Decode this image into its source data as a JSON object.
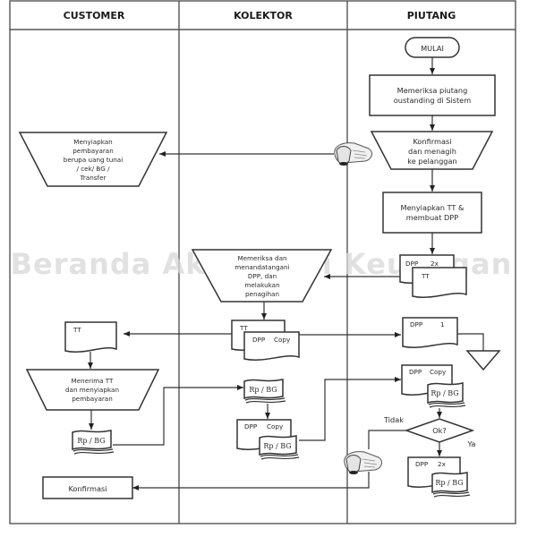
{
  "diagram": {
    "type": "swimlane-flowchart",
    "watermark": "Beranda Akuntansi Keuangan",
    "lanes": [
      {
        "id": "customer",
        "label": "CUSTOMER"
      },
      {
        "id": "kolektor",
        "label": "KOLEKTOR"
      },
      {
        "id": "piutang",
        "label": "PIUTANG"
      }
    ],
    "nodes": {
      "mulai": {
        "lane": "piutang",
        "shape": "terminator",
        "label": "MULAI"
      },
      "periksa_piutang": {
        "lane": "piutang",
        "shape": "process",
        "lines": [
          "Memeriksa piutang",
          "oustanding di Sistem"
        ]
      },
      "konfirmasi_menagih": {
        "lane": "piutang",
        "shape": "manual-operation",
        "lines": [
          "Konfirmasi",
          "dan menagih",
          "ke pelanggan"
        ]
      },
      "siapkan_tt": {
        "lane": "piutang",
        "shape": "process",
        "lines": [
          "Menyiapkan TT &",
          "membuat DPP"
        ]
      },
      "doc_dpp_tt": {
        "lane": "piutang",
        "shape": "multi-document",
        "back": [
          "DPP",
          "2x"
        ],
        "front": "TT"
      },
      "siapkan_bayar": {
        "lane": "customer",
        "shape": "manual-operation",
        "lines": [
          "Menyiapkan",
          "pembayaran",
          "berupa uang tunai",
          "/ cek/ BG /",
          "Transfer"
        ]
      },
      "periksa_dpp": {
        "lane": "kolektor",
        "shape": "manual-operation",
        "lines": [
          "Memeriksa dan",
          "menandatangani",
          "DPP, dan",
          "melakukan",
          "penagihan"
        ]
      },
      "doc_tt_dpp_copy": {
        "lane": "kolektor",
        "shape": "multi-document",
        "back": "TT",
        "front": [
          "DPP",
          "Copy"
        ]
      },
      "doc_tt_customer": {
        "lane": "customer",
        "shape": "document",
        "label": "TT"
      },
      "doc_dpp_1": {
        "lane": "piutang",
        "shape": "document",
        "label": [
          "DPP",
          "1"
        ]
      },
      "arsip": {
        "lane": "piutang",
        "shape": "offline-storage",
        "label": ""
      },
      "terima_tt": {
        "lane": "customer",
        "shape": "manual-operation",
        "lines": [
          "Menerima TT",
          "dan menyiapkan",
          "pembayaran"
        ]
      },
      "rpbg_customer": {
        "lane": "customer",
        "shape": "payment-stack",
        "label": "Rp / BG"
      },
      "rpbg_kolektor": {
        "lane": "kolektor",
        "shape": "payment-stack",
        "label": "Rp / BG"
      },
      "dpp_copy_rpbg_kolektor": {
        "lane": "kolektor",
        "shape": "document+payment",
        "doc": [
          "DPP",
          "Copy"
        ],
        "pay": "Rp / BG"
      },
      "dpp_copy_rpbg_piutang": {
        "lane": "piutang",
        "shape": "document+payment",
        "doc": [
          "DPP",
          "Copy"
        ],
        "pay": "Rp / BG"
      },
      "ok": {
        "lane": "piutang",
        "shape": "decision",
        "label": "Ok?",
        "no": "Tidak",
        "yes": "Ya"
      },
      "dpp_2x_rpbg": {
        "lane": "piutang",
        "shape": "document+payment",
        "doc": [
          "DPP",
          "2x"
        ],
        "pay": "Rp / BG"
      },
      "konfirmasi_customer": {
        "lane": "customer",
        "shape": "process",
        "label": "Konfirmasi"
      }
    },
    "icons": [
      "telephone-icon",
      "telephone-icon"
    ],
    "flows": [
      [
        "mulai",
        "periksa_piutang"
      ],
      [
        "periksa_piutang",
        "konfirmasi_menagih"
      ],
      [
        "konfirmasi_menagih",
        "siapkan_bayar",
        "via telephone"
      ],
      [
        "konfirmasi_menagih",
        "siapkan_tt"
      ],
      [
        "siapkan_tt",
        "doc_dpp_tt"
      ],
      [
        "doc_dpp_tt",
        "periksa_dpp"
      ],
      [
        "periksa_dpp",
        "doc_tt_dpp_copy"
      ],
      [
        "doc_tt_dpp_copy",
        "doc_tt_customer"
      ],
      [
        "doc_tt_dpp_copy",
        "doc_dpp_1"
      ],
      [
        "doc_dpp_1",
        "arsip"
      ],
      [
        "doc_tt_customer",
        "terima_tt"
      ],
      [
        "terima_tt",
        "rpbg_customer"
      ],
      [
        "rpbg_customer",
        "rpbg_kolektor"
      ],
      [
        "rpbg_kolektor",
        "dpp_copy_rpbg_kolektor"
      ],
      [
        "dpp_copy_rpbg_kolektor",
        "dpp_copy_rpbg_piutang"
      ],
      [
        "dpp_copy_rpbg_piutang",
        "ok"
      ],
      [
        "ok",
        "dpp_2x_rpbg",
        "Ya"
      ],
      [
        "ok",
        "konfirmasi_customer",
        "Tidak, via telephone"
      ]
    ]
  }
}
